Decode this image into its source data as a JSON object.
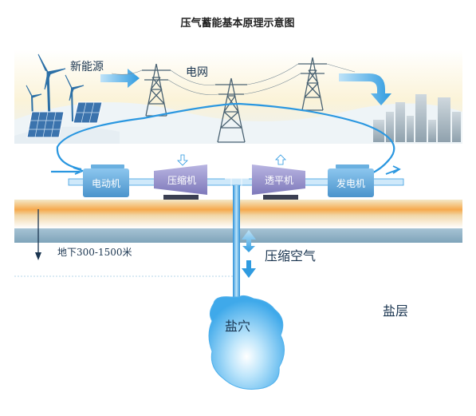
{
  "title": "压气蓄能基本原理示意图",
  "labels": {
    "renewable": "新能源",
    "grid": "电网",
    "motor": "电动机",
    "compressor": "压缩机",
    "expander": "透平机",
    "generator": "发电机",
    "depth": "地下300-1500米",
    "compressed_air": "压缩空气",
    "salt_cavern": "盐穴",
    "salt_layer": "盐层"
  },
  "colors": {
    "flow_line": "#2a97e0",
    "machine_box": "#5aa4d8",
    "turbomachine": "#8f8bc7",
    "cavern": "#5ab8f0",
    "soil_band": "#f1a24a",
    "rock_band": "#8fb2c6"
  },
  "icons": [
    "wind-turbine-icon",
    "solar-panel-icon",
    "transmission-tower-icon",
    "city-buildings-icon",
    "arrow-icon"
  ]
}
